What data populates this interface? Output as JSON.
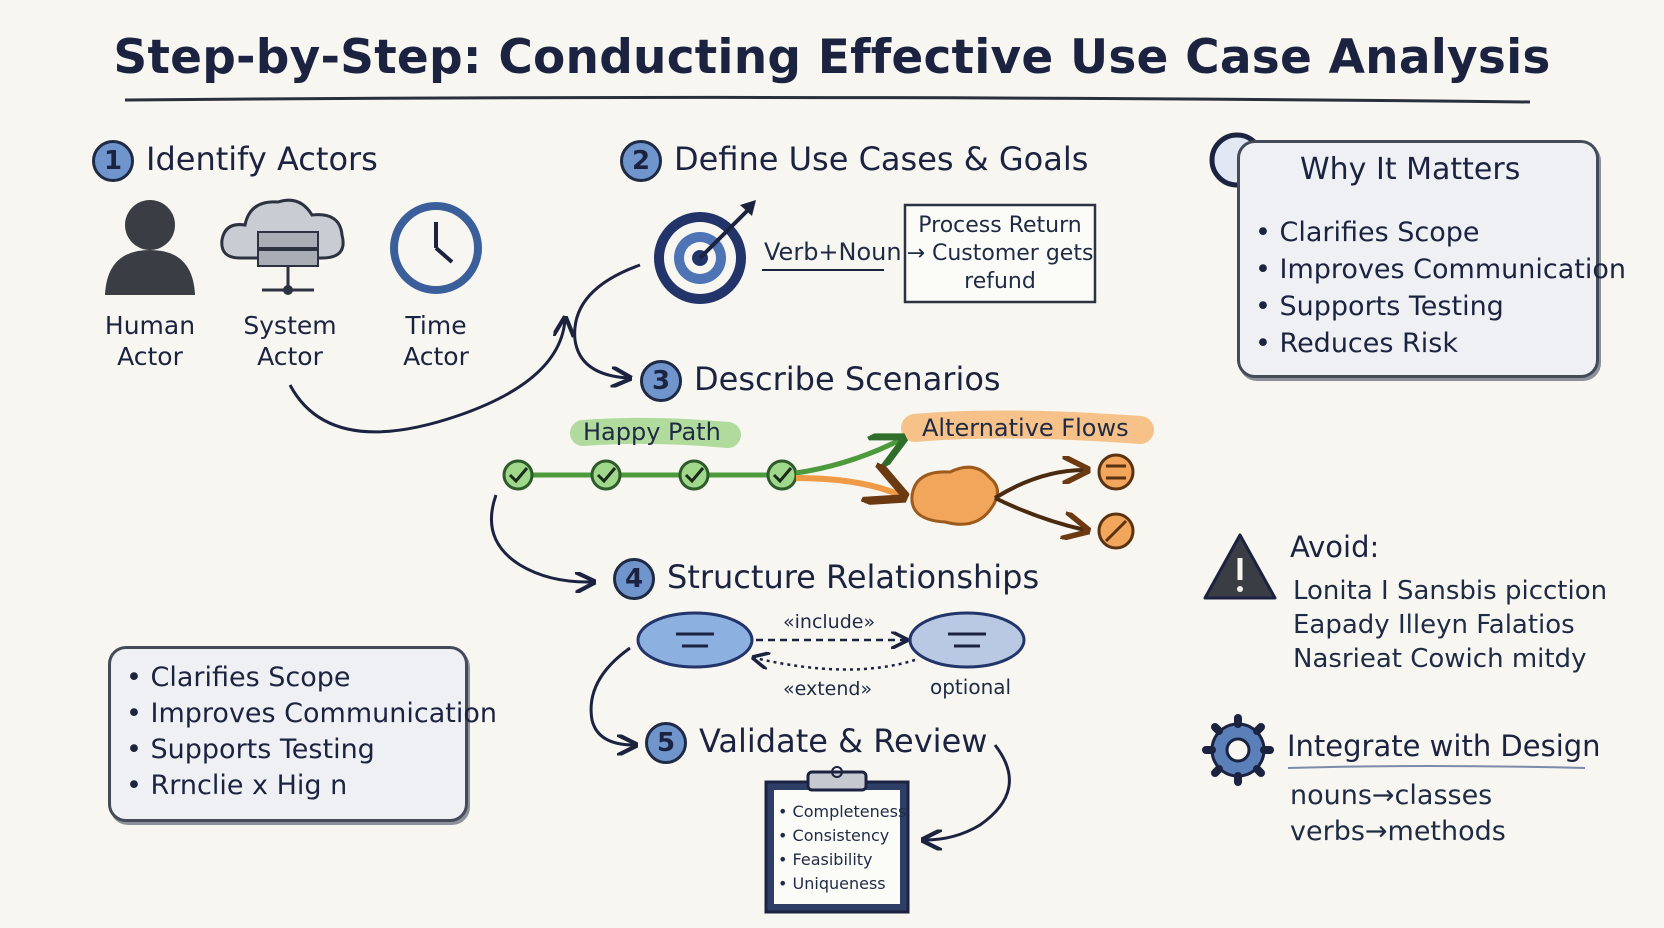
{
  "title": "Step-by-Step: Conducting Effective Use Case Analysis",
  "steps": {
    "s1": {
      "num": "1",
      "title": "Identify Actors"
    },
    "s2": {
      "num": "2",
      "title": "Define Use Cases & Goals"
    },
    "s3": {
      "num": "3",
      "title": "Describe Scenarios"
    },
    "s4": {
      "num": "4",
      "title": "Structure Relationships"
    },
    "s5": {
      "num": "5",
      "title": "Validate & Review"
    }
  },
  "actors": [
    {
      "line1": "Human",
      "line2": "Actor",
      "icon": "person-icon"
    },
    {
      "line1": "System",
      "line2": "Actor",
      "icon": "server-cloud-icon"
    },
    {
      "line1": "Time",
      "line2": "Actor",
      "icon": "clock-icon"
    }
  ],
  "usecase": {
    "verb_noun": "Verb+Noun",
    "example": [
      "Process Return",
      "→ Customer gets",
      "refund"
    ]
  },
  "scenarios": {
    "happy": "Happy Path",
    "alt": "Alternative Flows"
  },
  "relationships": {
    "include": "«include»",
    "extend": "«extend»",
    "optional": "optional"
  },
  "validate": {
    "items": [
      "Completeness",
      "Consistency",
      "Feasibility",
      "Uniqueness"
    ]
  },
  "why": {
    "title": "Why It Matters",
    "items": [
      "Clarifies Scope",
      "Improves Communication",
      "Supports Testing",
      "Reduces Risk"
    ]
  },
  "why2": {
    "items": [
      "Clarifies Scope",
      "Improves Communication",
      "Supports Testing",
      "Rrnclie x Hig n"
    ]
  },
  "avoid": {
    "title": "Avoid:",
    "lines": [
      "Lonita I Sansbis picction",
      "Eapady Illeyn Falatios",
      "Nasrieat Cowich mitdy"
    ]
  },
  "integrate": {
    "title": "Integrate with Design",
    "lines": [
      "nouns→classes",
      "verbs→methods"
    ]
  },
  "colors": {
    "ink": "#1c2340",
    "blue": "#6f95cc",
    "green": "#5cae4c",
    "orange": "#ef9a45"
  }
}
